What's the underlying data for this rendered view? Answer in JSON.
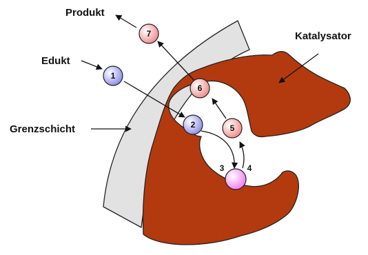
{
  "labels": {
    "produkt": "Produkt",
    "edukt": "Edukt",
    "grenzschicht": "Grenzschicht",
    "katalysator": "Katalysator"
  },
  "steps": {
    "s1": "1",
    "s2": "2",
    "s3": "3",
    "s4": "4",
    "s5": "5",
    "s6": "6",
    "s7": "7"
  },
  "colors": {
    "catalyst": "#b33a0e",
    "boundary_layer": "#e2e2e2",
    "educt": "#8c8ce8",
    "product": "#f08a8a",
    "adsorbed": "#f07cf0"
  }
}
